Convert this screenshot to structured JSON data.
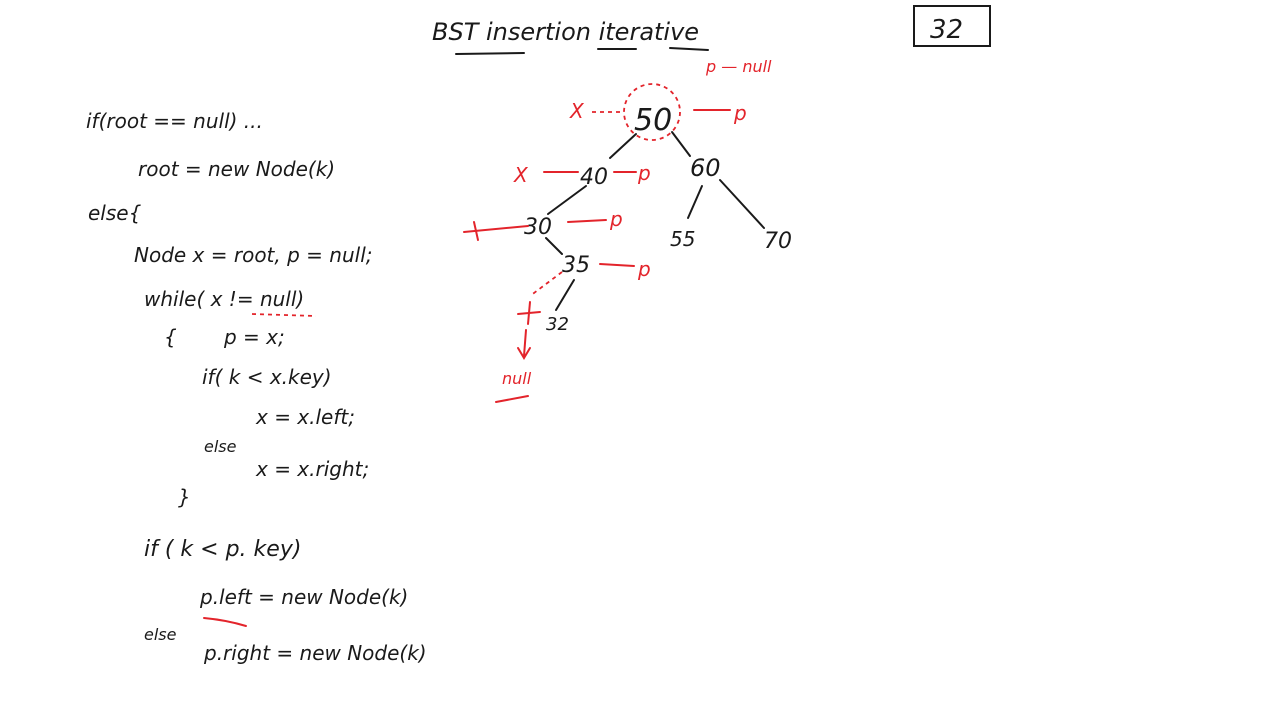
{
  "title": "BST insertion iterative",
  "input_box": "32",
  "colors": {
    "ink": "#1a1a1a",
    "annotation": "#e3242b"
  },
  "code": [
    "if(root == null)  ...",
    "root = new Node(k)",
    "else{",
    "Node x = root, p = null;",
    "while( x != null)",
    "{",
    "p = x;",
    "if( k < x.key)",
    "x = x.left;",
    "else",
    "x = x.right;",
    "}",
    "if ( k < p. key)",
    "p.left = new Node(k)",
    "else",
    "p.right = new Node(k)"
  ],
  "tree": {
    "nodes": [
      "50",
      "40",
      "60",
      "30",
      "55",
      "70",
      "35",
      "32"
    ]
  },
  "annotations": {
    "top_p_null": "p — null",
    "x_root": "X",
    "p_root": "p",
    "x_40": "X",
    "p_40": "p",
    "p_30": "p",
    "p_35": "p",
    "null_label": "null"
  }
}
